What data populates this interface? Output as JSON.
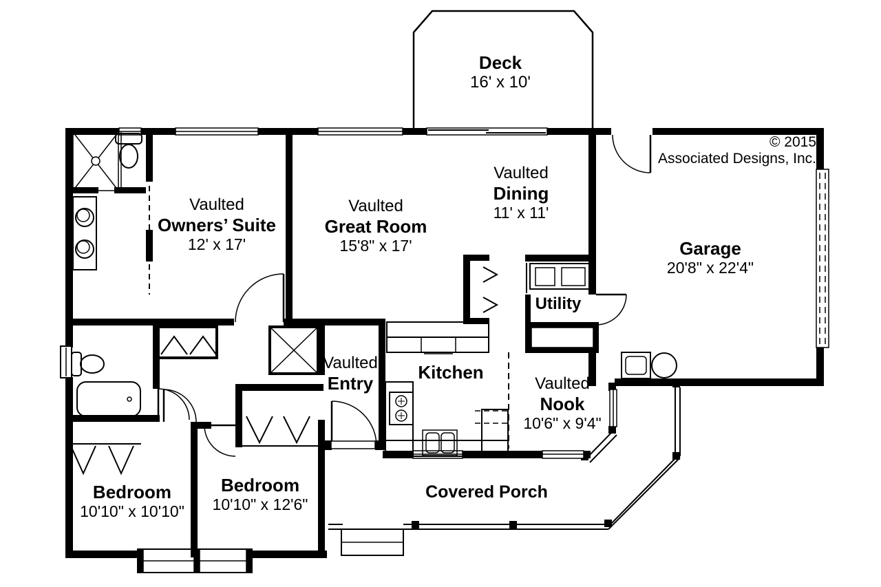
{
  "plan": {
    "copyright": {
      "line1": "© 2015",
      "line2": "Associated Designs, Inc."
    },
    "colors": {
      "wall": "#000000",
      "background": "#ffffff"
    },
    "rooms": {
      "deck": {
        "name": "Deck",
        "dims": "16' x 10'"
      },
      "owners_suite": {
        "vaulted": "Vaulted",
        "name": "Owners’ Suite",
        "dims": "12' x 17'"
      },
      "great_room": {
        "vaulted": "Vaulted",
        "name": "Great Room",
        "dims": "15'8\" x 17'"
      },
      "dining": {
        "vaulted": "Vaulted",
        "name": "Dining",
        "dims": "11' x 11'"
      },
      "garage": {
        "name": "Garage",
        "dims": "20'8\" x 22'4\""
      },
      "utility": {
        "name": "Utility"
      },
      "entry": {
        "vaulted": "Vaulted",
        "name": "Entry"
      },
      "kitchen": {
        "name": "Kitchen"
      },
      "nook": {
        "vaulted": "Vaulted",
        "name": "Nook",
        "dims": "10'6\" x 9'4\""
      },
      "bedroom_left": {
        "name": "Bedroom",
        "dims": "10'10\" x 10'10\""
      },
      "bedroom_mid": {
        "name": "Bedroom",
        "dims": "10'10\" x 12'6\""
      },
      "covered_porch": {
        "name": "Covered Porch"
      }
    }
  }
}
